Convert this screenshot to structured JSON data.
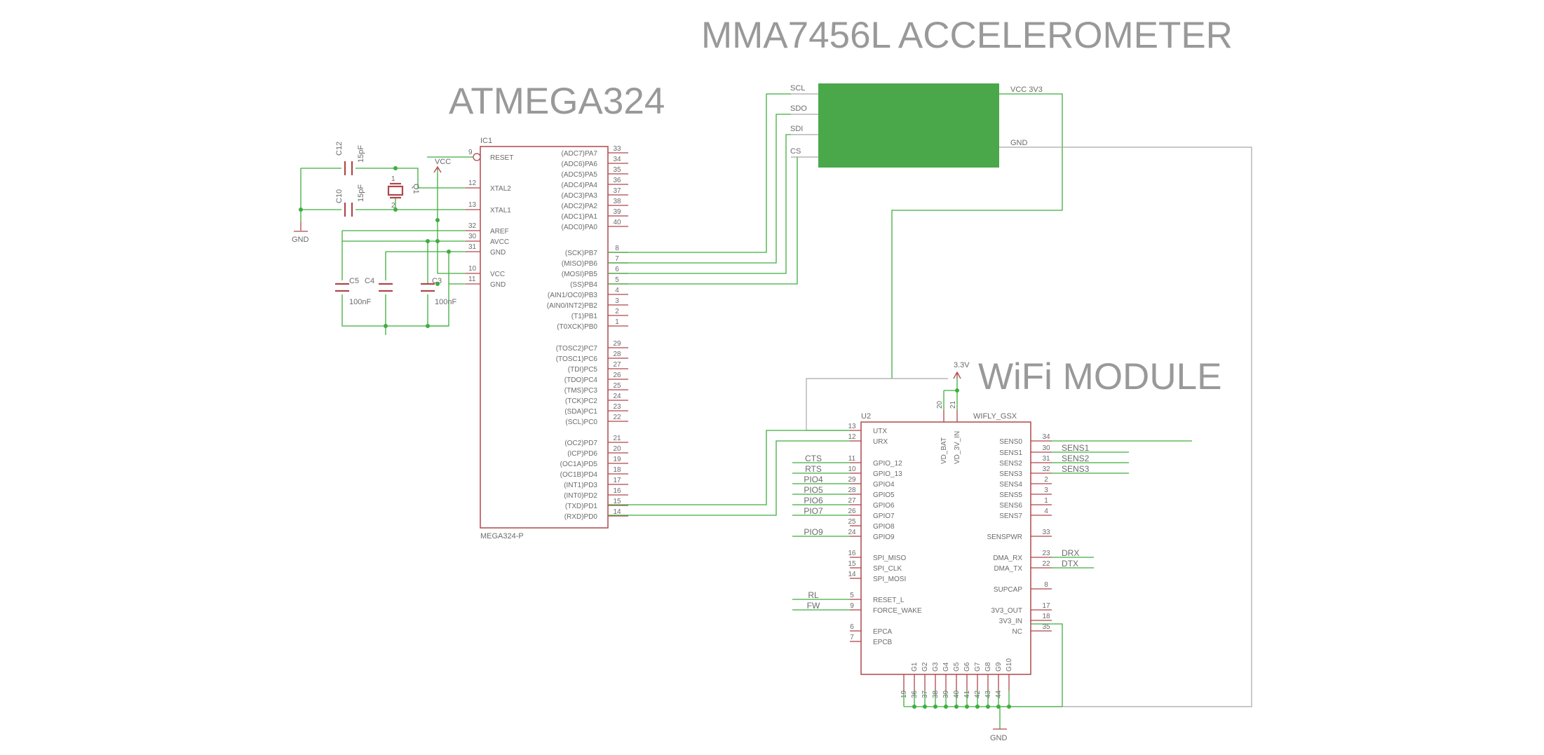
{
  "titles": {
    "accelerometer": "MMA7456L ACCELEROMETER",
    "mcu": "ATMEGA324",
    "wifi": "WiFi MODULE"
  },
  "colors": {
    "wire": "#3fae3f",
    "symbol": "#b0464a",
    "accelerometer_block": "#4aa84a",
    "title": "#999999",
    "text": "#6b6b6b"
  },
  "ic1": {
    "ref": "IC1",
    "value": "MEGA324-P",
    "left_pins": [
      {
        "num": "9",
        "name": "RESET"
      },
      {
        "num": "12",
        "name": "XTAL2"
      },
      {
        "num": "13",
        "name": "XTAL1"
      },
      {
        "num": "32",
        "name": "AREF"
      },
      {
        "num": "30",
        "name": "AVCC"
      },
      {
        "num": "31",
        "name": "GND"
      },
      {
        "num": "10",
        "name": "VCC"
      },
      {
        "num": "11",
        "name": "GND"
      }
    ],
    "right_pins": [
      {
        "num": "33",
        "name": "(ADC7)PA7"
      },
      {
        "num": "34",
        "name": "(ADC6)PA6"
      },
      {
        "num": "35",
        "name": "(ADC5)PA5"
      },
      {
        "num": "36",
        "name": "(ADC4)PA4"
      },
      {
        "num": "37",
        "name": "(ADC3)PA3"
      },
      {
        "num": "38",
        "name": "(ADC2)PA2"
      },
      {
        "num": "39",
        "name": "(ADC1)PA1"
      },
      {
        "num": "40",
        "name": "(ADC0)PA0"
      },
      {
        "num": "8",
        "name": "(SCK)PB7"
      },
      {
        "num": "7",
        "name": "(MISO)PB6"
      },
      {
        "num": "6",
        "name": "(MOSI)PB5"
      },
      {
        "num": "5",
        "name": "(SS)PB4"
      },
      {
        "num": "4",
        "name": "(AIN1/OC0)PB3"
      },
      {
        "num": "3",
        "name": "(AIN0/INT2)PB2"
      },
      {
        "num": "2",
        "name": "(T1)PB1"
      },
      {
        "num": "1",
        "name": "(T0XCK)PB0"
      },
      {
        "num": "29",
        "name": "(TOSC2)PC7"
      },
      {
        "num": "28",
        "name": "(TOSC1)PC6"
      },
      {
        "num": "27",
        "name": "(TDI)PC5"
      },
      {
        "num": "26",
        "name": "(TDO)PC4"
      },
      {
        "num": "25",
        "name": "(TMS)PC3"
      },
      {
        "num": "24",
        "name": "(TCK)PC2"
      },
      {
        "num": "23",
        "name": "(SDA)PC1"
      },
      {
        "num": "22",
        "name": "(SCL)PC0"
      },
      {
        "num": "21",
        "name": "(OC2)PD7"
      },
      {
        "num": "20",
        "name": "(ICP)PD6"
      },
      {
        "num": "19",
        "name": "(OC1A)PD5"
      },
      {
        "num": "18",
        "name": "(OC1B)PD4"
      },
      {
        "num": "17",
        "name": "(INT1)PD3"
      },
      {
        "num": "16",
        "name": "(INT0)PD2"
      },
      {
        "num": "15",
        "name": "(TXD)PD1"
      },
      {
        "num": "14",
        "name": "(RXD)PD0"
      }
    ]
  },
  "passives": {
    "c12": {
      "ref": "C12",
      "value": "15pF"
    },
    "c10": {
      "ref": "C10",
      "value": "15pF"
    },
    "crystal": {
      "ref": "Q1"
    },
    "c5": {
      "ref": "C5"
    },
    "c4": {
      "ref": "C4",
      "value": "100nF"
    },
    "c3": {
      "ref": "C3",
      "value": "100nF"
    }
  },
  "power": {
    "vcc": "VCC",
    "v33": "3.3V",
    "gnd_left": "GND",
    "gnd_bottom": "GND"
  },
  "accelerometer": {
    "left_pins": [
      "SCL",
      "SDO",
      "SDI",
      "CS"
    ],
    "right_pins": [
      "VCC 3V3",
      "GND"
    ]
  },
  "u2": {
    "ref": "U2",
    "value": "WIFLY_GSX",
    "left_pins": [
      {
        "num": "13",
        "name": "UTX",
        "net": ""
      },
      {
        "num": "12",
        "name": "URX",
        "net": ""
      },
      {
        "num": "11",
        "name": "GPIO_12",
        "net": "CTS"
      },
      {
        "num": "10",
        "name": "GPIO_13",
        "net": "RTS"
      },
      {
        "num": "29",
        "name": "GPIO4",
        "net": "PIO4"
      },
      {
        "num": "28",
        "name": "GPIO5",
        "net": "PIO5"
      },
      {
        "num": "27",
        "name": "GPIO6",
        "net": "PIO6"
      },
      {
        "num": "26",
        "name": "GPIO7",
        "net": "PIO7"
      },
      {
        "num": "25",
        "name": "GPIO8",
        "net": ""
      },
      {
        "num": "24",
        "name": "GPIO9",
        "net": "PIO9"
      },
      {
        "num": "16",
        "name": "SPI_MISO",
        "net": ""
      },
      {
        "num": "15",
        "name": "SPI_CLK",
        "net": ""
      },
      {
        "num": "14",
        "name": "SPI_MOSI",
        "net": ""
      },
      {
        "num": "5",
        "name": "RESET_L",
        "net": "RL"
      },
      {
        "num": "9",
        "name": "FORCE_WAKE",
        "net": "FW"
      },
      {
        "num": "6",
        "name": "EPCA",
        "net": ""
      },
      {
        "num": "7",
        "name": "EPCB",
        "net": ""
      }
    ],
    "right_pins": [
      {
        "num": "34",
        "name": "SENS0",
        "net": ""
      },
      {
        "num": "30",
        "name": "SENS1",
        "net": "SENS1"
      },
      {
        "num": "31",
        "name": "SENS2",
        "net": "SENS2"
      },
      {
        "num": "32",
        "name": "SENS3",
        "net": "SENS3"
      },
      {
        "num": "2",
        "name": "SENS4",
        "net": ""
      },
      {
        "num": "3",
        "name": "SENS5",
        "net": ""
      },
      {
        "num": "1",
        "name": "SENS6",
        "net": ""
      },
      {
        "num": "4",
        "name": "SENS7",
        "net": ""
      },
      {
        "num": "33",
        "name": "SENSPWR",
        "net": ""
      },
      {
        "num": "23",
        "name": "DMA_RX",
        "net": "DRX"
      },
      {
        "num": "22",
        "name": "DMA_TX",
        "net": "DTX"
      },
      {
        "num": "8",
        "name": "SUPCAP",
        "net": ""
      },
      {
        "num": "17",
        "name": "3V3_OUT",
        "net": ""
      },
      {
        "num": "18",
        "name": "3V3_IN",
        "net": ""
      },
      {
        "num": "35",
        "name": "NC",
        "net": ""
      }
    ],
    "top_pins": [
      {
        "num": "20",
        "name": "VD_BAT"
      },
      {
        "num": "21",
        "name": "VD_3V_IN"
      }
    ],
    "bottom_pins": [
      {
        "num": "19",
        "name": ""
      },
      {
        "num": "36",
        "name": "G1"
      },
      {
        "num": "37",
        "name": "G2"
      },
      {
        "num": "38",
        "name": "G3"
      },
      {
        "num": "39",
        "name": "G4"
      },
      {
        "num": "40",
        "name": "G5"
      },
      {
        "num": "41",
        "name": "G6"
      },
      {
        "num": "42",
        "name": "G7"
      },
      {
        "num": "43",
        "name": "G8"
      },
      {
        "num": "44",
        "name": "G9"
      },
      {
        "num": "",
        "name": "G10"
      }
    ]
  }
}
